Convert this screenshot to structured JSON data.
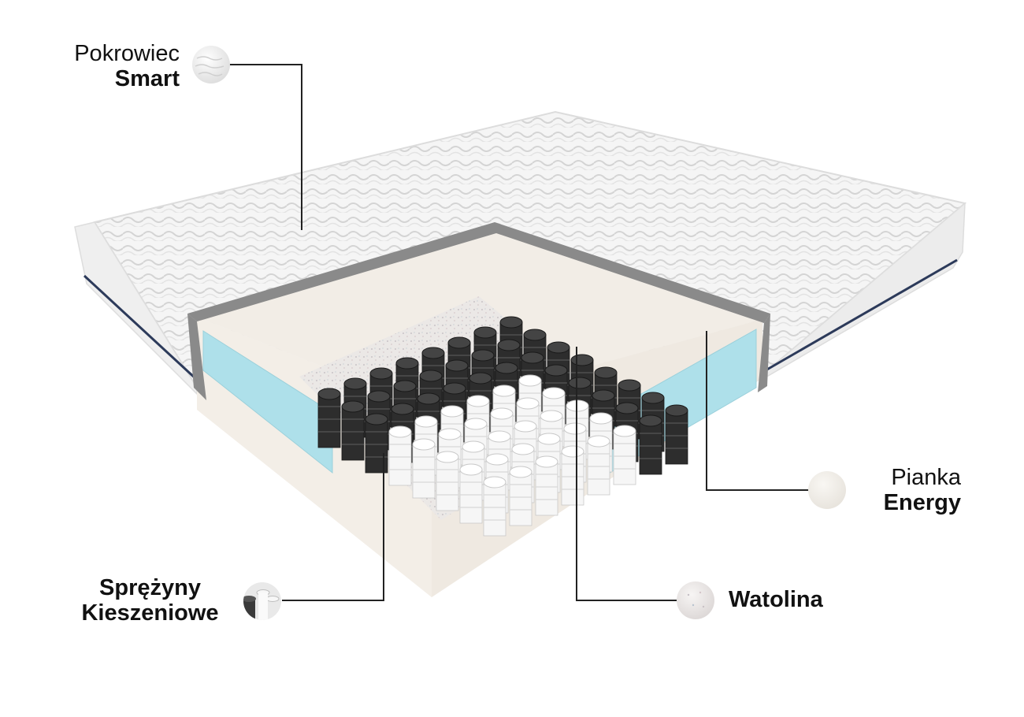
{
  "layers": {
    "cover": {
      "line1": "Pokrowiec",
      "line2": "Smart",
      "swatch_color": "#eeeeee"
    },
    "foam": {
      "line1": "Pianka",
      "line2": "Energy",
      "swatch_color": "#efece6"
    },
    "springs": {
      "line1": "Sprężyny",
      "line2": "Kieszeniowe",
      "swatch_color": "#555555"
    },
    "batting": {
      "line1": "Watolina",
      "swatch_color": "#e8e6e4"
    }
  },
  "colors": {
    "cover_fabric": "#f4f4f4",
    "cover_edge": "#e2e2e2",
    "piping": "#2c3a5a",
    "foam": "#f3eee7",
    "side_foam": "#aee0ea",
    "frame": "#8a8a8a",
    "spring_black": "#2d2d2d",
    "spring_white": "#f6f6f6",
    "batting": "#ebe8e6",
    "leader_line": "#222222"
  }
}
